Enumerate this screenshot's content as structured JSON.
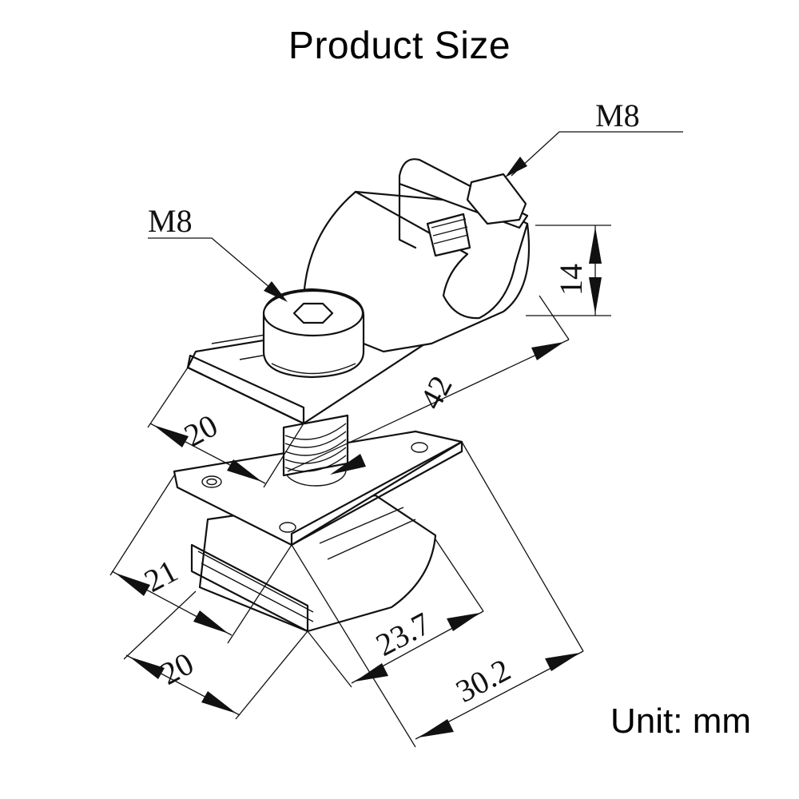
{
  "title": "Product Size",
  "unit": "Unit: mm",
  "callouts": {
    "bolt_top": "M8",
    "bolt_front": "M8"
  },
  "dimensions": {
    "height": "14",
    "length": "42",
    "top_width": "20",
    "plate_width": "21",
    "nut_width": "20",
    "nut_length": "23.7",
    "plate_length": "30.2"
  }
}
